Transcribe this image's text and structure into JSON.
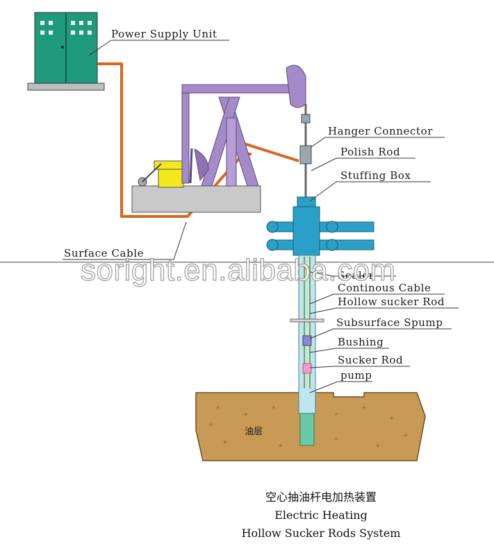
{
  "labels": {
    "power_supply_unit": "Power Supply Unit",
    "hanger_connector": "Hanger Connector",
    "polish_rod": "Polish Rod",
    "stuffing_box": "Stuffing Box",
    "surface_cable": "Surface Cable",
    "seal": "Sealer",
    "continuous_cable": "Continous Cable",
    "hollow_sucker_rod": "Hollow sucker Rod",
    "subsurface_pump": "Subsurface Spump",
    "bushing": "Bushing",
    "sucker_rod": "Sucker Rod",
    "pump": "pump",
    "oil_layer": "油层"
  },
  "caption": {
    "chinese": "空心抽油杆电加热装置",
    "line1": "Electric Heating",
    "line2": "Hollow Sucker Rods System"
  },
  "watermark": "soright.en.alibaba.com",
  "colors": {
    "cabinet": "#1f9a7a",
    "pumpjack": "#a58ac9",
    "motor": "#f3e81b",
    "base": "#c9c9c9",
    "cable": "#d8661f",
    "wellhead": "#2aa0c8",
    "soil": "#c89a55",
    "tubing": "#bfe6ef"
  }
}
